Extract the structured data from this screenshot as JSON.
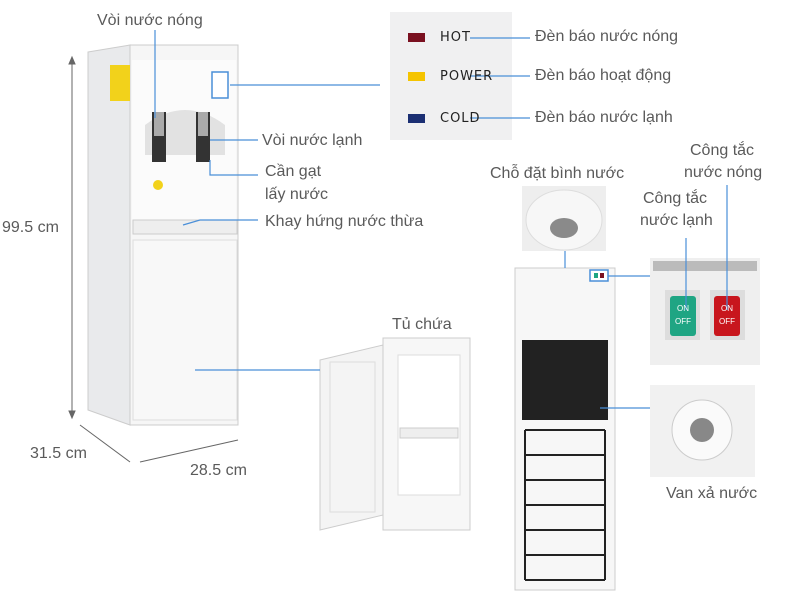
{
  "labels": {
    "hot_tap": "Vòi nước nóng",
    "cold_tap": "Vòi nước lạnh",
    "lever_line1": "Cần gạt",
    "lever_line2": "lấy nước",
    "drip_tray": "Khay hứng nước thừa",
    "height": "99.5 cm",
    "depth": "31.5 cm",
    "width": "28.5 cm",
    "cabinet": "Tủ chứa",
    "bottle_seat": "Chỗ đặt bình nước",
    "hot_switch_line1": "Công tắc",
    "hot_switch_line2": "nước nóng",
    "cold_switch_line1": "Công tắc",
    "cold_switch_line2": "nước lạnh",
    "drain_valve": "Van xả nước"
  },
  "indicators": [
    {
      "code": "HOT",
      "desc": "Đèn báo nước nóng",
      "color": "#7a1020"
    },
    {
      "code": "POWER",
      "desc": "Đèn báo hoạt động",
      "color": "#f5c400"
    },
    {
      "code": "COLD",
      "desc": "Đèn báo nước lạnh",
      "color": "#1b2f73"
    }
  ],
  "switches": {
    "on": "ON",
    "off": "OFF",
    "cold_color": "#1fa583",
    "hot_color": "#c8161d"
  },
  "colors": {
    "leader_line": "#4a8fd8"
  }
}
